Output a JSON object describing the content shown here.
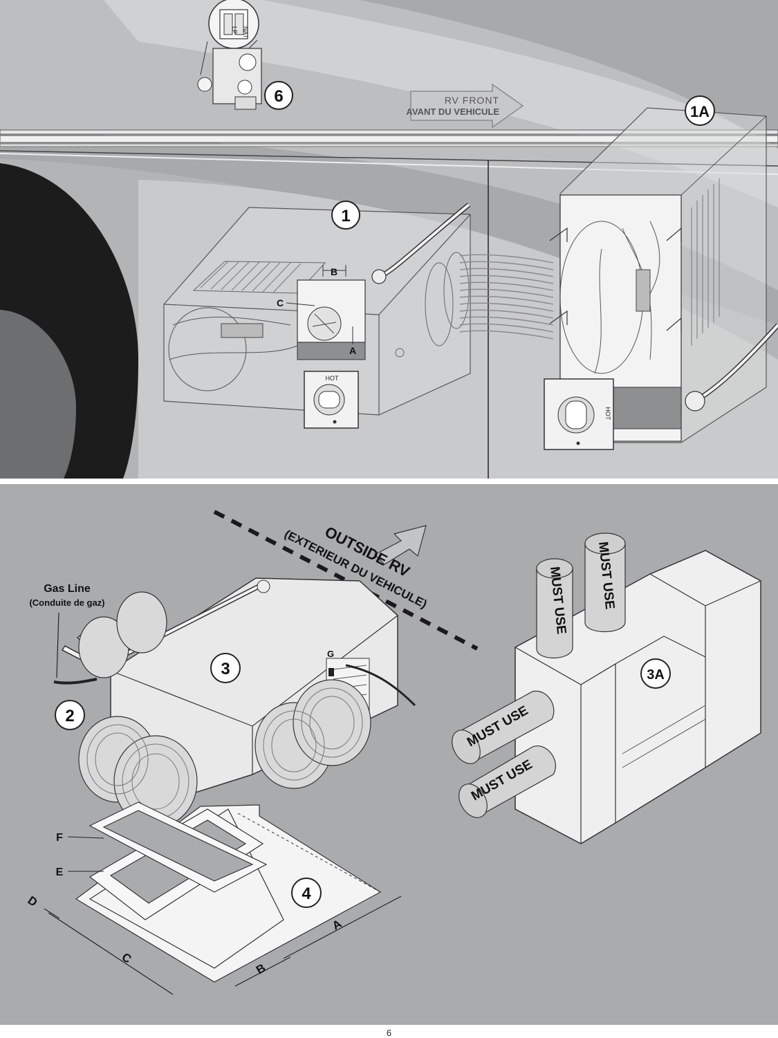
{
  "callouts": {
    "c1": "1",
    "c1a": "1A",
    "c2": "2",
    "c3": "3",
    "c3a": "3A",
    "c4": "4",
    "c6": "6"
  },
  "rv_front": {
    "en": "RV FRONT",
    "fr": "AVANT DU VEHICULE"
  },
  "valve_labels": {
    "nat": "NAT",
    "lp": "LP"
  },
  "hot_label": "HOT",
  "dimension_letters": {
    "a": "A",
    "b": "B",
    "c": "C",
    "d": "D",
    "e": "E",
    "f": "F",
    "g": "G"
  },
  "gas_line": {
    "en": "Gas Line",
    "fr": "(Conduite de gaz)"
  },
  "outside": {
    "en": "OUTSIDE RV",
    "fr": "(EXTERIEUR DU VEHICULE)"
  },
  "must_use": "MUST USE",
  "page_number": "6",
  "colors": {
    "panel_bg": "#a9abad",
    "arc_light": "#d2d3d4",
    "arc_mid": "#bcbdbf",
    "tire": "#1c1c1c",
    "hub": "#6d6e70"
  }
}
